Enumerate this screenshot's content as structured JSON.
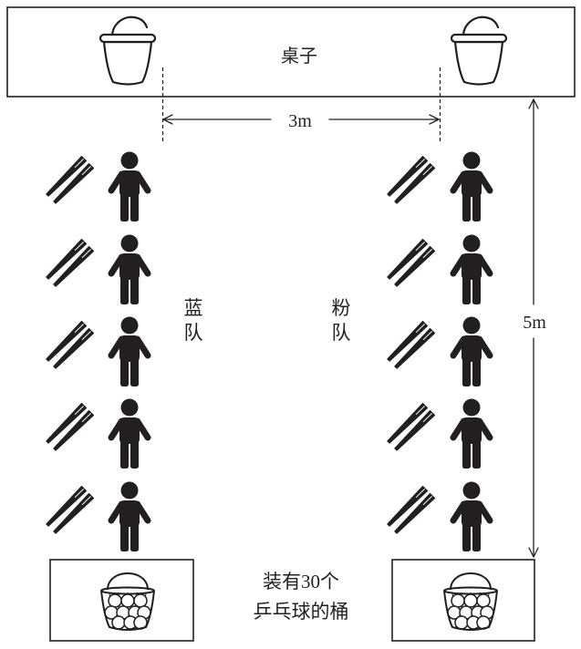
{
  "table": {
    "label": "桌子"
  },
  "distances": {
    "horizontal": "3m",
    "vertical": "5m"
  },
  "teams": {
    "left": {
      "label": "蓝队"
    },
    "right": {
      "label": "粉队"
    }
  },
  "ball_bucket": {
    "caption_lines": [
      "装有30个",
      "乒乓球的桶"
    ]
  },
  "icons": {
    "table_bucket": "bucket-icon",
    "player": "person-icon",
    "chopsticks": "chopsticks-icon",
    "ball_bucket": "ping-pong-ball-bucket-icon"
  }
}
